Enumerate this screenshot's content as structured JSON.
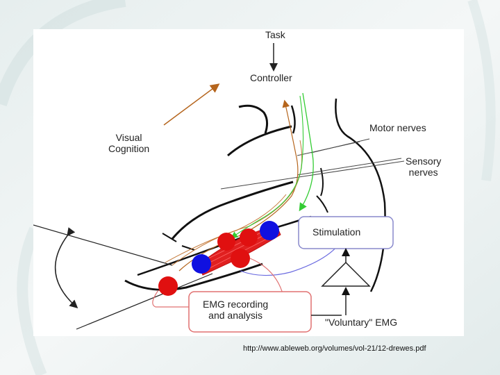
{
  "diagram": {
    "labels": {
      "task": "Task",
      "controller": "Controller",
      "visual_cognition_line1": "Visual",
      "visual_cognition_line2": "Cognition",
      "motor_nerves": "Motor nerves",
      "sensory_nerves_line1": "Sensory",
      "sensory_nerves_line2": "nerves",
      "stimulation": "Stimulation",
      "emg_line1": "EMG recording",
      "emg_line2": "and analysis",
      "voluntary_emg": "\"Voluntary\" EMG"
    },
    "colors": {
      "motor_path": "#33cc33",
      "sensory_path": "#b5651d",
      "stimulation_box": "#8888cc",
      "emg_box": "#e07070",
      "electrode_red": "#e01010",
      "electrode_blue": "#1010e0",
      "muscle": "#e02020"
    }
  },
  "source_url": "http://www.ableweb.org/volumes/vol-21/12-drewes.pdf"
}
